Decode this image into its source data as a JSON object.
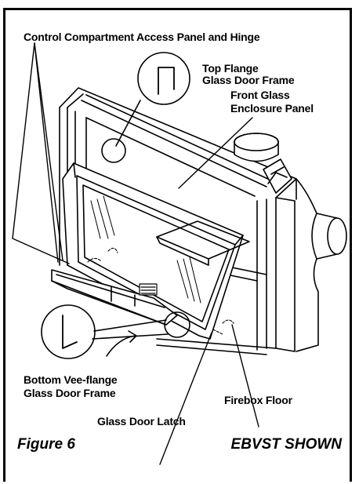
{
  "labels": {
    "control_compartment": "Control Compartment Access Panel and Hinge",
    "top_flange_1": "Top Flange",
    "top_flange_2": "Glass Door Frame",
    "front_glass_1": "Front Glass",
    "front_glass_2": "Enclosure Panel",
    "bottom_vee_1": "Bottom Vee-flange",
    "bottom_vee_2": "Glass Door Frame",
    "firebox_floor": "Firebox Floor",
    "door_latch": "Glass Door Latch"
  },
  "caption": {
    "figure": "Figure 6",
    "model": "EBVST SHOWN"
  }
}
